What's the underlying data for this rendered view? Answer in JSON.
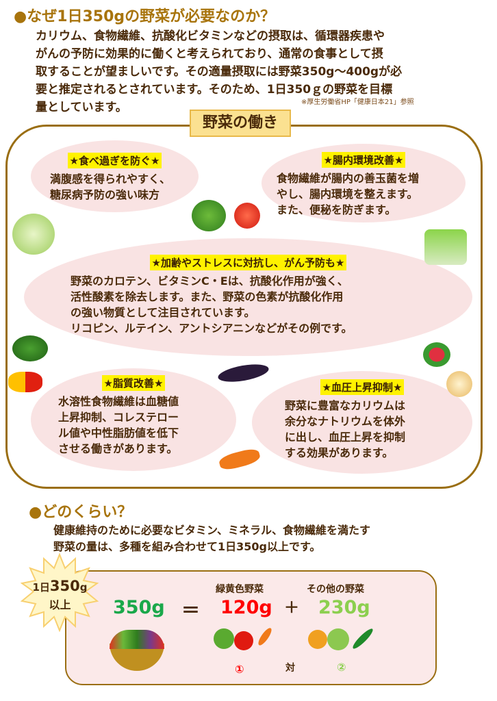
{
  "heading1": "●なぜ1日350gの野菜が必要なのか？",
  "intro_lines": [
    "カリウム、食物繊維、抗酸化ビタミンなどの摂取は、循環器疾患や",
    "がんの予防に効果的に働くと考えられており、通常の食事として摂",
    "取することが望ましいです。その適量摂取には野菜350g〜400gが必",
    "要と推定されるとされています。そのため、1日350ｇの野菜を目標",
    "量としています。"
  ],
  "note": "※厚生労働省HP「健康日本21」参照",
  "frame_title": "野菜の働き",
  "benefits": [
    {
      "title": "★食べ過ぎを防ぐ★",
      "lines": [
        "満腹感を得られやすく、",
        "糖尿病予防の強い味方"
      ]
    },
    {
      "title": "★腸内環境改善★",
      "lines": [
        "食物繊維が腸内の善玉菌を増",
        "やし、腸内環境を整えます。",
        "また、便秘を防ぎます。"
      ]
    },
    {
      "title": "★加齢やストレスに対抗し、がん予防も★",
      "lines": [
        "野菜のカロテン、ビタミンC・Eは、抗酸化作用が強く、",
        "活性酸素を除去します。また、野菜の色素が抗酸化作用",
        "の強い物質として注目されています。",
        "リコピン、ルテイン、アントシアニンなどがその例です。"
      ]
    },
    {
      "title": "★脂質改善★",
      "lines": [
        "水溶性食物繊維は血糖値",
        "上昇抑制、コレステロー",
        "ル値や中性脂肪値を低下",
        "させる働きがあります。"
      ]
    },
    {
      "title": "★血圧上昇抑制★",
      "lines": [
        "野菜に豊富なカリウムは",
        "余分なナトリウムを体外",
        "に出し、血圧上昇を抑制",
        "する効果があります。"
      ]
    }
  ],
  "heading2": "●どのくらい？",
  "how_lines": [
    "健康維持のために必要なビタミン、ミネラル、食物繊維を満たす",
    "野菜の量は、多種を組み合わせて1日350g以上です。"
  ],
  "badge": {
    "line1_pre": "1日",
    "line1_num": "350",
    "line1_unit": "g",
    "line2": "以上"
  },
  "equation": {
    "total": "350g",
    "equals": "＝",
    "green_label": "緑黄色野菜",
    "green": "120g",
    "plus": "＋",
    "other_label": "その他の野菜",
    "other": "230g",
    "ratio_1": "①",
    "ratio_word": "対",
    "ratio_2": "②"
  },
  "colors": {
    "heading": "#a8740c",
    "total": "#1aa84a",
    "green": "#ff0000",
    "other": "#8ccf4f"
  }
}
